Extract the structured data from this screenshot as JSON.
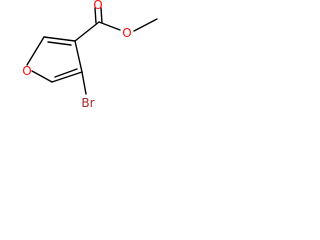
{
  "molecule": {
    "atoms": {
      "ring_oxygen": "O",
      "carbonyl_oxygen": "O",
      "ester_oxygen": "O",
      "bromine": "Br"
    },
    "colors": {
      "oxygen": "#ff0d0d",
      "bromine": "#a62929",
      "bond": "#000000",
      "background": "#ffffff"
    }
  }
}
